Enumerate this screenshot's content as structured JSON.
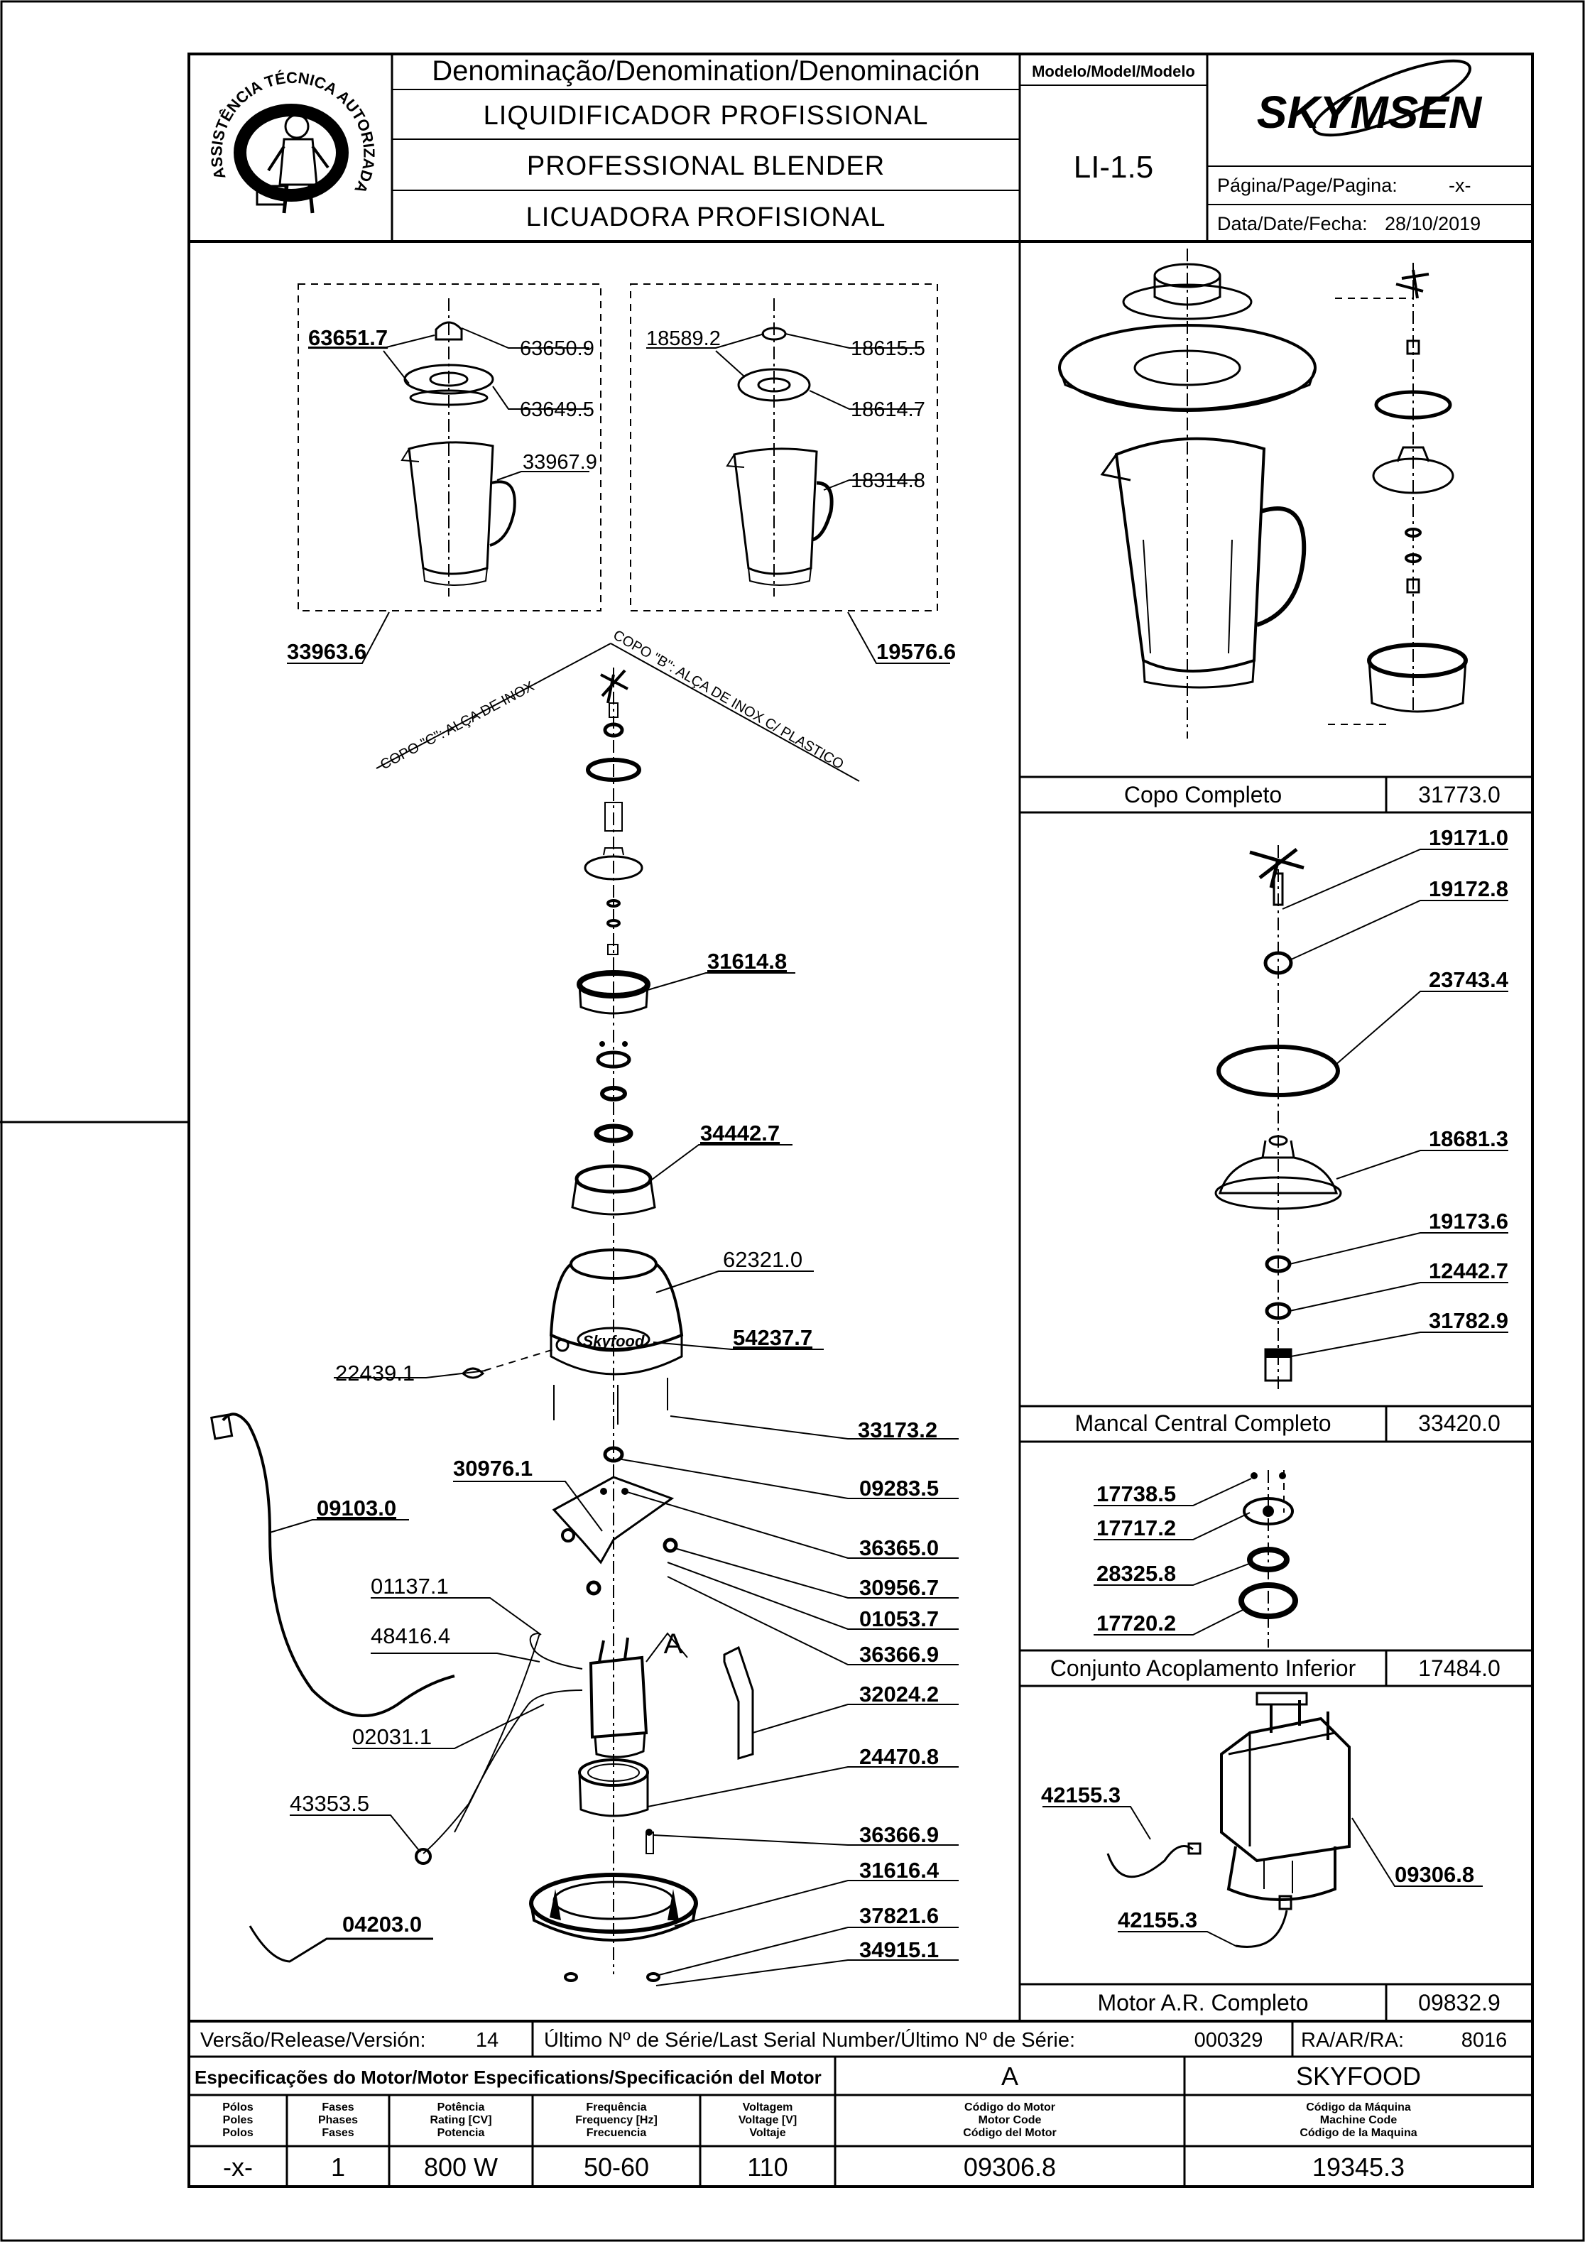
{
  "header": {
    "denomination_label": "Denominação/Denomination/Denominación",
    "name_pt": "LIQUIDIFICADOR PROFISSIONAL",
    "name_en": "PROFESSIONAL BLENDER",
    "name_es": "LICUADORA PROFISIONAL",
    "model_label": "Modelo/Model/Modelo",
    "model": "LI-1.5",
    "brand": "SKYMSEN",
    "page_label": "Página/Page/Pagina:",
    "page_value": "-x-",
    "date_label": "Data/Date/Fecha:",
    "date_value": "28/10/2019",
    "seal_text": "ASSISTÊNCIA TÉCNICA AUTORIZADA"
  },
  "main_diagram": {
    "cup_c_label": "COPO \"C\": ALÇA DE INOX",
    "cup_b_label": "COPO \"B\": ALÇA DE INOX C/ PLASTICO",
    "base_logo": "Skyfood",
    "assembly_marker": "A",
    "parts": {
      "p63651": "63651.7",
      "p63650": "63650.9",
      "p63649": "63649.5",
      "p33967": "33967.9",
      "p18589": "18589.2",
      "p18615": "18615.5",
      "p18614": "18614.7",
      "p18314": "18314.8",
      "p33963": "33963.6",
      "p19576": "19576.6",
      "p31614": "31614.8",
      "p34442": "34442.7",
      "p62321": "62321.0",
      "p54237": "54237.7",
      "p22439": "22439.1",
      "p33173": "33173.2",
      "p30976": "30976.1",
      "p09283": "09283.5",
      "p09103": "09103.0",
      "p36365": "36365.0",
      "p30956": "30956.7",
      "p01137": "01137.1",
      "p01053": "01053.7",
      "p48416": "48416.4",
      "p36366a": "36366.9",
      "p32024": "32024.2",
      "p02031": "02031.1",
      "p24470": "24470.8",
      "p43353": "43353.5",
      "p36366b": "36366.9",
      "p31616": "31616.4",
      "p04203": "04203.0",
      "p37821": "37821.6",
      "p34915": "34915.1"
    }
  },
  "kits": {
    "cup": {
      "name": "Copo Completo",
      "code": "31773.0"
    },
    "bearing": {
      "name": "Mancal Central Completo",
      "code": "33420.0",
      "parts": [
        "19171.0",
        "19172.8",
        "23743.4",
        "18681.3",
        "19173.6",
        "12442.7",
        "31782.9"
      ]
    },
    "coupling": {
      "name": "Conjunto Acoplamento Inferior",
      "code": "17484.0",
      "parts": [
        "17738.5",
        "17717.2",
        "28325.8",
        "17720.2"
      ]
    },
    "motor": {
      "name": "Motor A.R. Completo",
      "code": "09832.9",
      "parts": [
        "42155.3",
        "09306.8",
        "42155.3"
      ]
    }
  },
  "footer": {
    "version_label": "Versão/Release/Versión:",
    "version": "14",
    "serial_label": "Último Nº de Série/Last Serial Number/Último Nº de Série:",
    "serial": "000329",
    "ra_label": "RA/AR/RA:",
    "ra": "8016",
    "motor_spec_label": "Especificações do Motor/Motor Especifications/Specificación del Motor",
    "motor_ref": "A",
    "machine_ref": "SKYFOOD",
    "columns": [
      {
        "h1": "Pólos",
        "h2": "Poles",
        "h3": "Polos",
        "value": "-x-"
      },
      {
        "h1": "Fases",
        "h2": "Phases",
        "h3": "Fases",
        "value": "1"
      },
      {
        "h1": "Potência",
        "h2": "Rating [CV]",
        "h3": "Potencia",
        "value": "800 W"
      },
      {
        "h1": "Frequência",
        "h2": "Frequency [Hz]",
        "h3": "Frecuencia",
        "value": "50-60"
      },
      {
        "h1": "Voltagem",
        "h2": "Voltage [V]",
        "h3": "Voltaje",
        "value": "110"
      },
      {
        "h1": "Código do Motor",
        "h2": "Motor Code",
        "h3": "Código del Motor",
        "value": "09306.8"
      },
      {
        "h1": "Código da Máquina",
        "h2": "Machine Code",
        "h3": "Código de la Maquina",
        "value": "19345.3"
      }
    ]
  }
}
